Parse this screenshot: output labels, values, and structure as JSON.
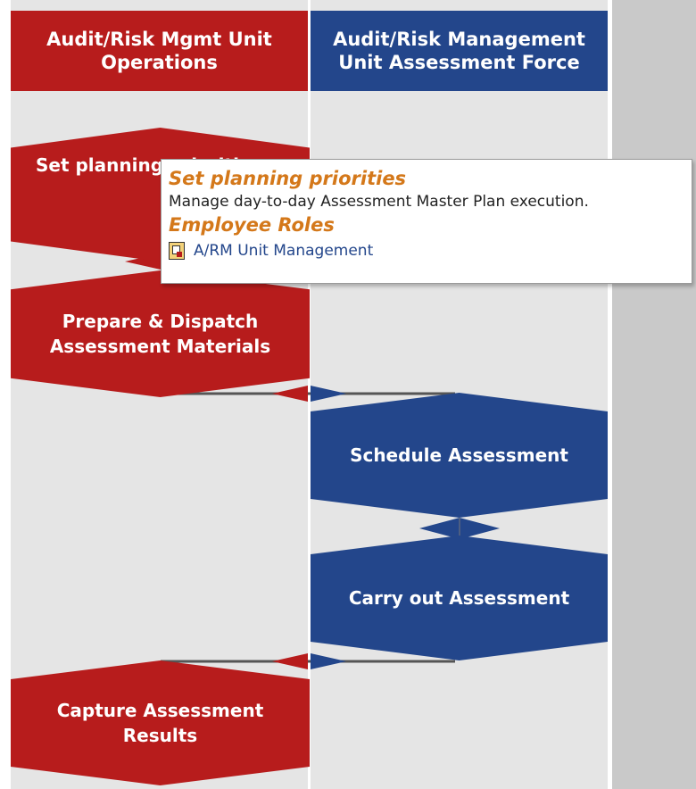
{
  "lanes": [
    {
      "title": "Audit/Risk Mgmt Unit Operations",
      "color": "#b71c1c"
    },
    {
      "title": "Audit/Risk Management Unit Assessment Force",
      "color": "#23468b"
    }
  ],
  "steps": {
    "set_planning": "Set planning priorities",
    "prepare": "Prepare & Dispatch Assessment Materials",
    "schedule": "Schedule Assessment",
    "carry_out": "Carry out Assessment",
    "capture": "Capture Assessment Results"
  },
  "tooltip": {
    "title": "Set planning priorities",
    "description": "Manage day-to-day Assessment Master Plan execution.",
    "roles_heading": "Employee Roles",
    "role": "A/RM Unit Management",
    "role_icon": "role-document-icon"
  },
  "colors": {
    "red": "#b71c1c",
    "blue": "#23468b",
    "lane_bg": "#e5e5e5",
    "tooltip_heading": "#d4781a"
  }
}
